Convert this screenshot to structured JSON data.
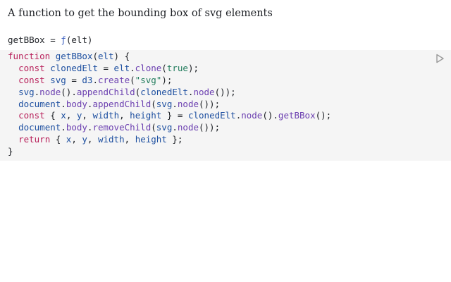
{
  "notebook": {
    "description": "A function to get the bounding box of svg elements",
    "cell_output": {
      "name": "getBBox",
      "equals": "=",
      "fn_glyph": "ƒ",
      "signature": "(elt)"
    },
    "code": {
      "lines": [
        [
          {
            "t": "function",
            "c": "kw"
          },
          {
            "t": " ",
            "c": "punc"
          },
          {
            "t": "getBBox",
            "c": "def"
          },
          {
            "t": "(",
            "c": "punc"
          },
          {
            "t": "elt",
            "c": "var"
          },
          {
            "t": ") {",
            "c": "punc"
          }
        ],
        [
          {
            "t": "  ",
            "c": "punc"
          },
          {
            "t": "const",
            "c": "kw"
          },
          {
            "t": " ",
            "c": "punc"
          },
          {
            "t": "clonedElt",
            "c": "def"
          },
          {
            "t": " = ",
            "c": "punc"
          },
          {
            "t": "elt",
            "c": "var"
          },
          {
            "t": ".",
            "c": "punc"
          },
          {
            "t": "clone",
            "c": "prop"
          },
          {
            "t": "(",
            "c": "punc"
          },
          {
            "t": "true",
            "c": "lit"
          },
          {
            "t": ");",
            "c": "punc"
          }
        ],
        [
          {
            "t": "  ",
            "c": "punc"
          },
          {
            "t": "const",
            "c": "kw"
          },
          {
            "t": " ",
            "c": "punc"
          },
          {
            "t": "svg",
            "c": "def"
          },
          {
            "t": " = ",
            "c": "punc"
          },
          {
            "t": "d3",
            "c": "var"
          },
          {
            "t": ".",
            "c": "punc"
          },
          {
            "t": "create",
            "c": "prop"
          },
          {
            "t": "(",
            "c": "punc"
          },
          {
            "t": "\"svg\"",
            "c": "str"
          },
          {
            "t": ");",
            "c": "punc"
          }
        ],
        [
          {
            "t": "  ",
            "c": "punc"
          },
          {
            "t": "svg",
            "c": "var"
          },
          {
            "t": ".",
            "c": "punc"
          },
          {
            "t": "node",
            "c": "prop"
          },
          {
            "t": "().",
            "c": "punc"
          },
          {
            "t": "appendChild",
            "c": "prop"
          },
          {
            "t": "(",
            "c": "punc"
          },
          {
            "t": "clonedElt",
            "c": "var"
          },
          {
            "t": ".",
            "c": "punc"
          },
          {
            "t": "node",
            "c": "prop"
          },
          {
            "t": "());",
            "c": "punc"
          }
        ],
        [
          {
            "t": "  ",
            "c": "punc"
          },
          {
            "t": "document",
            "c": "var"
          },
          {
            "t": ".",
            "c": "punc"
          },
          {
            "t": "body",
            "c": "prop"
          },
          {
            "t": ".",
            "c": "punc"
          },
          {
            "t": "appendChild",
            "c": "prop"
          },
          {
            "t": "(",
            "c": "punc"
          },
          {
            "t": "svg",
            "c": "var"
          },
          {
            "t": ".",
            "c": "punc"
          },
          {
            "t": "node",
            "c": "prop"
          },
          {
            "t": "());",
            "c": "punc"
          }
        ],
        [
          {
            "t": "  ",
            "c": "punc"
          },
          {
            "t": "const",
            "c": "kw"
          },
          {
            "t": " { ",
            "c": "punc"
          },
          {
            "t": "x",
            "c": "def"
          },
          {
            "t": ", ",
            "c": "punc"
          },
          {
            "t": "y",
            "c": "def"
          },
          {
            "t": ", ",
            "c": "punc"
          },
          {
            "t": "width",
            "c": "def"
          },
          {
            "t": ", ",
            "c": "punc"
          },
          {
            "t": "height",
            "c": "def"
          },
          {
            "t": " } = ",
            "c": "punc"
          },
          {
            "t": "clonedElt",
            "c": "var"
          },
          {
            "t": ".",
            "c": "punc"
          },
          {
            "t": "node",
            "c": "prop"
          },
          {
            "t": "().",
            "c": "punc"
          },
          {
            "t": "getBBox",
            "c": "prop"
          },
          {
            "t": "();",
            "c": "punc"
          }
        ],
        [
          {
            "t": "  ",
            "c": "punc"
          },
          {
            "t": "document",
            "c": "var"
          },
          {
            "t": ".",
            "c": "punc"
          },
          {
            "t": "body",
            "c": "prop"
          },
          {
            "t": ".",
            "c": "punc"
          },
          {
            "t": "removeChild",
            "c": "prop"
          },
          {
            "t": "(",
            "c": "punc"
          },
          {
            "t": "svg",
            "c": "var"
          },
          {
            "t": ".",
            "c": "punc"
          },
          {
            "t": "node",
            "c": "prop"
          },
          {
            "t": "());",
            "c": "punc"
          }
        ],
        [
          {
            "t": "  ",
            "c": "punc"
          },
          {
            "t": "return",
            "c": "kw"
          },
          {
            "t": " { ",
            "c": "punc"
          },
          {
            "t": "x",
            "c": "var"
          },
          {
            "t": ", ",
            "c": "punc"
          },
          {
            "t": "y",
            "c": "var"
          },
          {
            "t": ", ",
            "c": "punc"
          },
          {
            "t": "width",
            "c": "var"
          },
          {
            "t": ", ",
            "c": "punc"
          },
          {
            "t": "height",
            "c": "var"
          },
          {
            "t": " };",
            "c": "punc"
          }
        ],
        [
          {
            "t": "}",
            "c": "punc"
          }
        ]
      ]
    },
    "run_button_icon": "play-icon",
    "colors": {
      "code_background": "#f5f5f5",
      "keyword": "#b8215b",
      "definition": "#1d4fa0",
      "property": "#6b3fb0",
      "string": "#1e7a5a",
      "run_icon": "#9a9a9a"
    }
  }
}
